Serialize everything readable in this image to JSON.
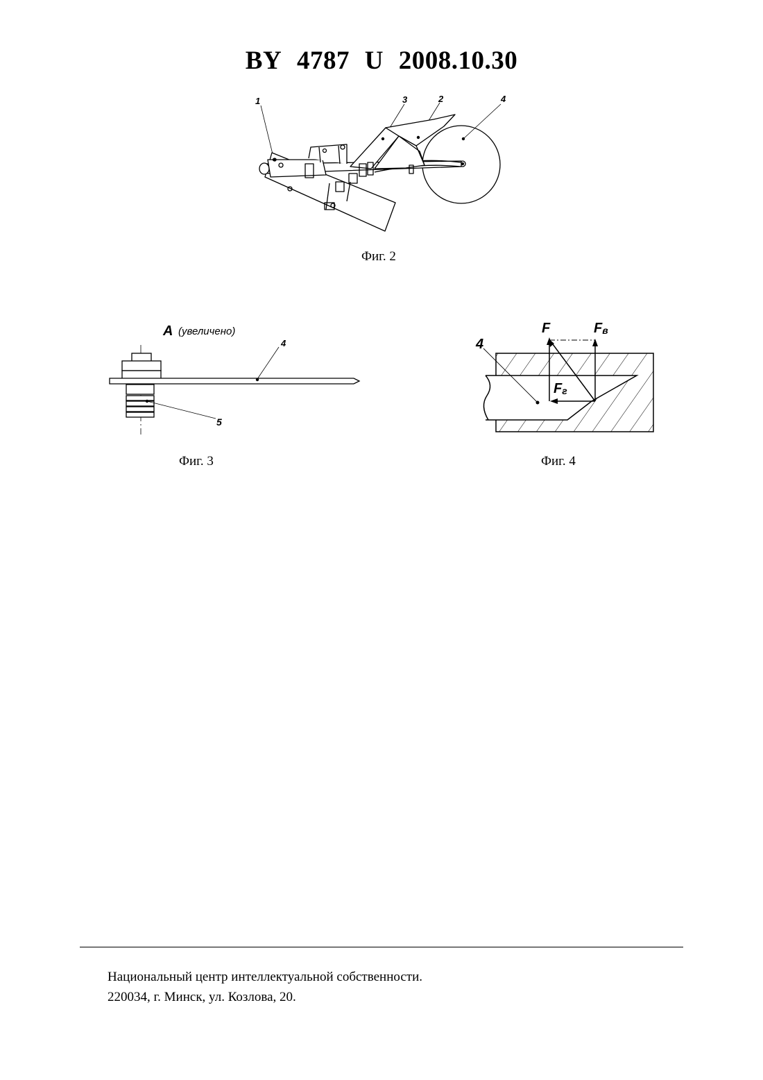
{
  "header": {
    "country": "BY",
    "number": "4787",
    "kind": "U",
    "date": "2008.10.30"
  },
  "figures": {
    "fig2": {
      "caption": "Фиг. 2",
      "labels": [
        "1",
        "3",
        "2",
        "4"
      ]
    },
    "fig3": {
      "caption": "Фиг. 3",
      "view_label": "А",
      "view_note": "(увеличено)",
      "labels": [
        "4",
        "5"
      ]
    },
    "fig4": {
      "caption": "Фиг. 4",
      "labels": [
        "4"
      ],
      "forces": {
        "f": "F",
        "fv_main": "F",
        "fv_sub": "в",
        "fg_main": "F",
        "fg_sub": "г"
      }
    }
  },
  "footer": {
    "line1": "Национальный центр интеллектуальной собственности.",
    "line2": "220034, г. Минск, ул. Козлова, 20."
  }
}
